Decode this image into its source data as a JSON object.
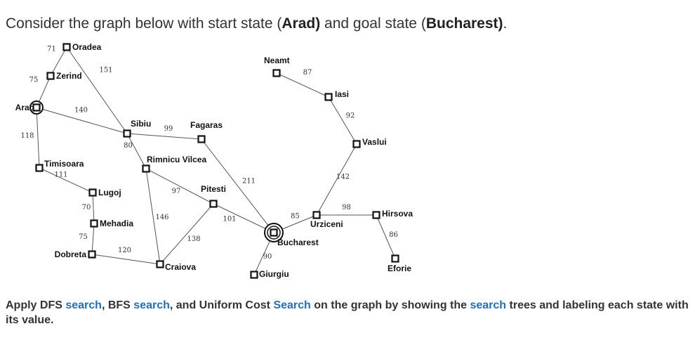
{
  "intro": {
    "part1": "Consider the graph below with start state (",
    "start": "Arad)",
    "part2": " and goal state (",
    "goal": "Bucharest)",
    "part3": "."
  },
  "task": {
    "t1": "Apply DFS ",
    "l1": "search",
    "t2": ", BFS ",
    "l2": "search",
    "t3": ", and Uniform Cost ",
    "l3": "Search",
    "t4": " on the graph by showing the ",
    "l4": "search",
    "t5": " trees and labeling each state with its value."
  },
  "graph": {
    "start_city": "Arad",
    "goal_city": "Bucharest",
    "cities": [
      "Oradea",
      "Zerind",
      "Arad",
      "Timisoara",
      "Lugoj",
      "Mehadia",
      "Dobreta",
      "Sibiu",
      "Rimnicu Vilcea",
      "Fagaras",
      "Pitesti",
      "Craiova",
      "Bucharest",
      "Giurgiu",
      "Urziceni",
      "Neamt",
      "Iasi",
      "Vaslui",
      "Hirsova",
      "Eforie"
    ],
    "roads": [
      {
        "from": "Oradea",
        "to": "Zerind",
        "cost": "71"
      },
      {
        "from": "Zerind",
        "to": "Arad",
        "cost": "75"
      },
      {
        "from": "Oradea",
        "to": "Sibiu",
        "cost": "151"
      },
      {
        "from": "Arad",
        "to": "Sibiu",
        "cost": "140"
      },
      {
        "from": "Arad",
        "to": "Timisoara",
        "cost": "118"
      },
      {
        "from": "Timisoara",
        "to": "Lugoj",
        "cost": "111"
      },
      {
        "from": "Lugoj",
        "to": "Mehadia",
        "cost": "70"
      },
      {
        "from": "Mehadia",
        "to": "Dobreta",
        "cost": "75"
      },
      {
        "from": "Dobreta",
        "to": "Craiova",
        "cost": "120"
      },
      {
        "from": "Sibiu",
        "to": "Fagaras",
        "cost": "99"
      },
      {
        "from": "Sibiu",
        "to": "Rimnicu Vilcea",
        "cost": "80"
      },
      {
        "from": "Rimnicu Vilcea",
        "to": "Pitesti",
        "cost": "97"
      },
      {
        "from": "Rimnicu Vilcea",
        "to": "Craiova",
        "cost": "146"
      },
      {
        "from": "Craiova",
        "to": "Pitesti",
        "cost": "138"
      },
      {
        "from": "Pitesti",
        "to": "Bucharest",
        "cost": "101"
      },
      {
        "from": "Fagaras",
        "to": "Bucharest",
        "cost": "211"
      },
      {
        "from": "Bucharest",
        "to": "Giurgiu",
        "cost": "90"
      },
      {
        "from": "Bucharest",
        "to": "Urziceni",
        "cost": "85"
      },
      {
        "from": "Urziceni",
        "to": "Hirsova",
        "cost": "98"
      },
      {
        "from": "Hirsova",
        "to": "Eforie",
        "cost": "86"
      },
      {
        "from": "Urziceni",
        "to": "Vaslui",
        "cost": "142"
      },
      {
        "from": "Vaslui",
        "to": "Iasi",
        "cost": "92"
      },
      {
        "from": "Iasi",
        "to": "Neamt",
        "cost": "87"
      }
    ]
  }
}
